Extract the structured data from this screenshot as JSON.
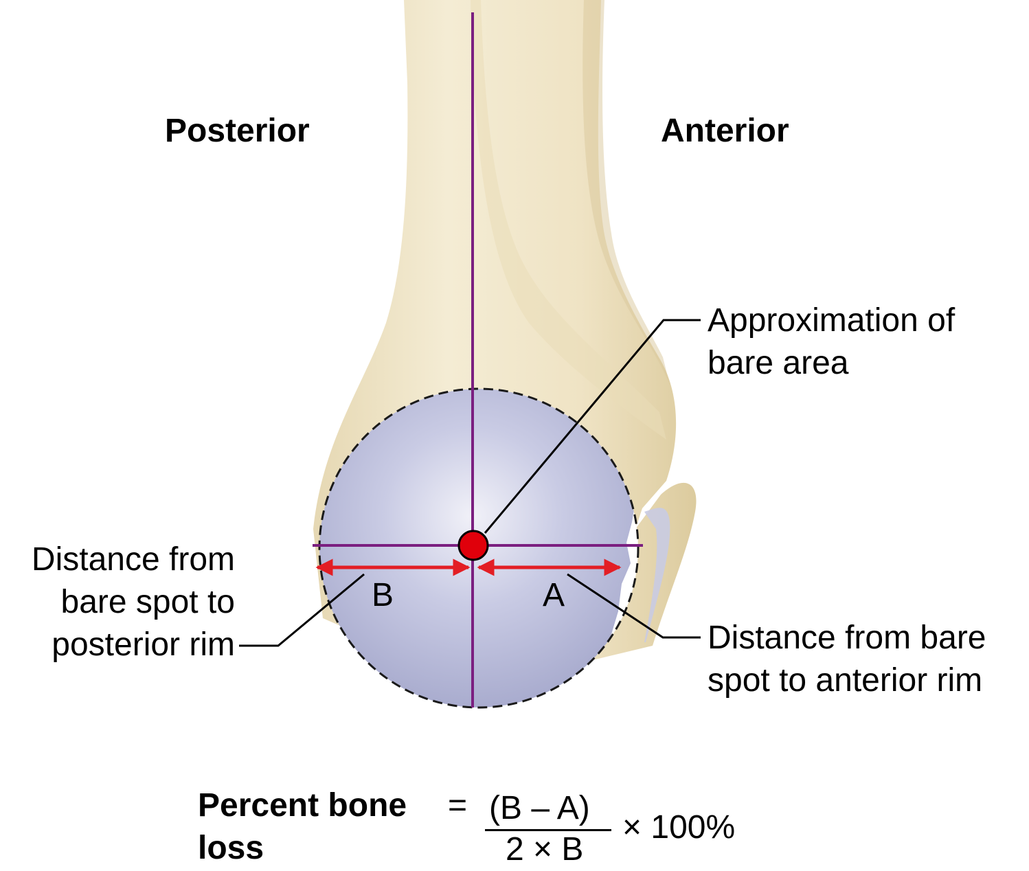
{
  "orientation": {
    "posterior": "Posterior",
    "anterior": "Anterior"
  },
  "callouts": {
    "bare_area": [
      "Approximation of",
      "bare area"
    ],
    "posterior_distance": [
      "Distance from",
      "bare spot to",
      "posterior rim"
    ],
    "anterior_distance": [
      "Distance from bare",
      "spot to anterior rim"
    ]
  },
  "measurements": {
    "a": "A",
    "b": "B"
  },
  "formula": {
    "lhs": [
      "Percent bone",
      "loss"
    ],
    "equals": "=",
    "numerator": "(B – A)",
    "denominator": "2 × B",
    "multiplier": "× 100%"
  },
  "colors": {
    "bone": "#efe4c6",
    "bone_shadow": "#d8c9a2",
    "glenoid": "#c5c7e2",
    "axis_lines": "#7b1f80",
    "arrows": "#e31e24",
    "bare_spot": "#e0000b",
    "outline": "#1a1a1a"
  }
}
